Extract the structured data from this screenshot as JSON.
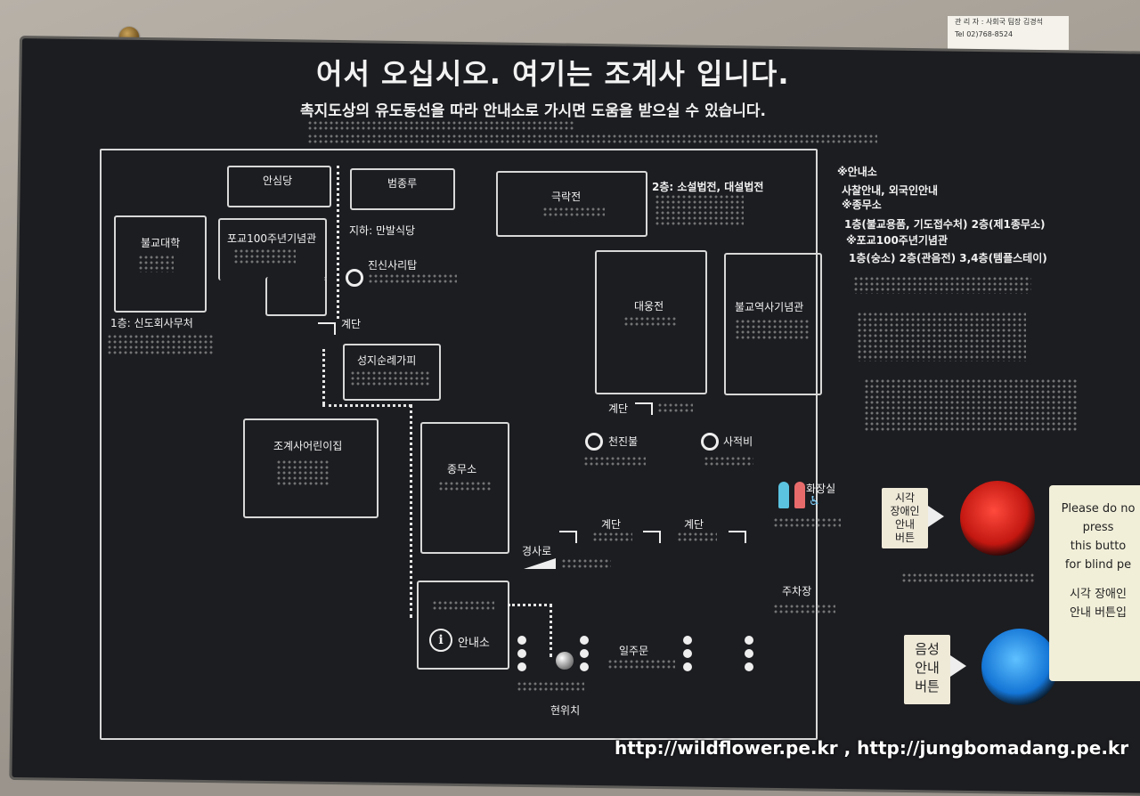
{
  "header": {
    "title": "어서 오십시오. 여기는 조계사 입니다.",
    "subtitle": "촉지도상의 유도동선을 따라 안내소로 가시면 도움을 받으실 수 있습니다."
  },
  "sticker": {
    "line1": "관 리 자 : 사회국 팀장 김경석",
    "line2": "Tel 02)768-8524"
  },
  "map": {
    "ansimdang": "안심당",
    "beomjongru": "범종루",
    "geungnakjeon": "극락전",
    "bulgyodaehak": "불교대학",
    "pogyo100": "포교100주년기념관",
    "underground": "지하: 만발식당",
    "jinsin_sarirap": "진신사리탑",
    "first_floor": "1층: 신도회사무처",
    "stairs_1": "계단",
    "seongji": "성지순례가피",
    "daeungjeon": "대웅전",
    "museum": "불교역사기념관",
    "stairs_2": "계단",
    "cheonjinbul": "천진불",
    "sajeokbi": "사적비",
    "kindergarten": "조계사어린이집",
    "jongmuso": "종무소",
    "restroom": "화장실",
    "stairs_3": "계단",
    "stairs_4": "계단",
    "ramp": "경사로",
    "parking": "주차장",
    "info_center": "안내소",
    "iljumun": "일주문",
    "current_location": "현위치",
    "second_floor_note": "2층: 소설법전, 대설법전"
  },
  "legend": {
    "info_title": "※안내소",
    "info_desc": "사찰안내, 외국인안내",
    "jongmuso_title": "※종무소",
    "jongmuso_desc": "1층(불교용품, 기도접수처) 2층(제1종무소)",
    "pogyo_title": "※포교100주년기념관",
    "pogyo_desc": "1층(숭소) 2층(관음전) 3,4층(템플스테이)"
  },
  "buttons": {
    "blind_tag": [
      "시각",
      "장애인",
      "안내",
      "버튼"
    ],
    "voice_tag": [
      "음성",
      "안내",
      "버튼"
    ]
  },
  "card": {
    "lines": [
      "Please do no",
      "press",
      "this butto",
      "for blind pe",
      "시각 장애인",
      "안내 버튼입"
    ]
  },
  "watermark": "http://wildflower.pe.kr , http://jungbomadang.pe.kr"
}
